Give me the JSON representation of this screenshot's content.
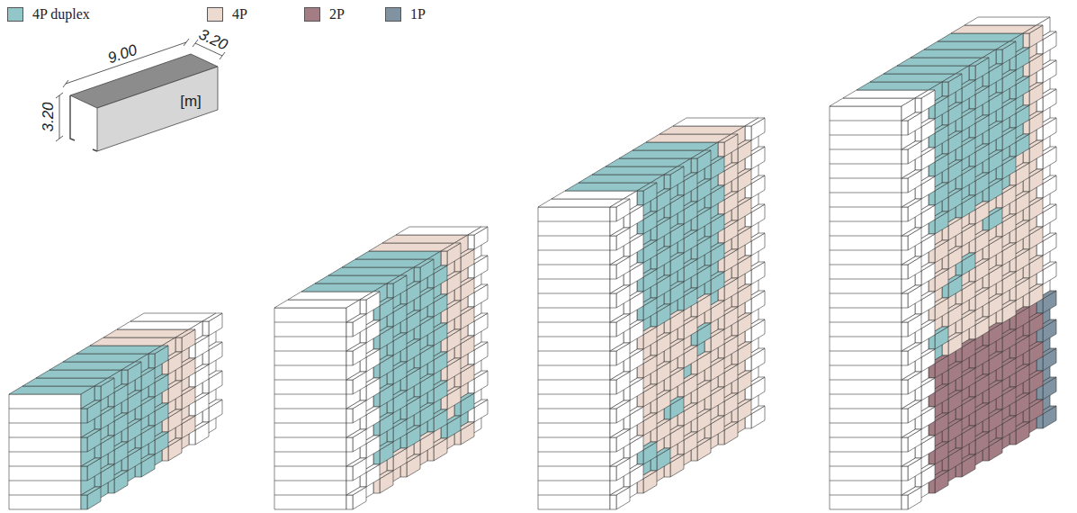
{
  "diagram": {
    "labels": [
      "9.00",
      "3.20",
      "3.20",
      "[m]"
    ],
    "legend": [
      {
        "text": "4P duplex",
        "color": "#93c6c8"
      },
      {
        "text": "4P",
        "color": "#ecd9cf"
      },
      {
        "text": "2P",
        "color": "#a47c84"
      },
      {
        "text": "1P",
        "color": "#7f93a3"
      }
    ]
  }
}
